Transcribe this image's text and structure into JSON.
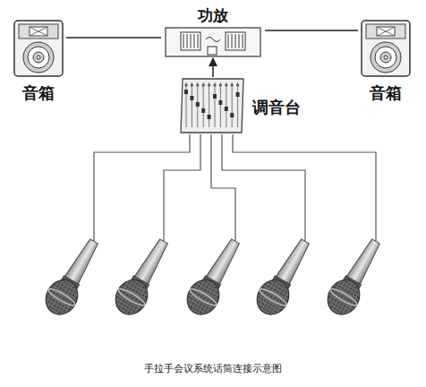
{
  "diagram": {
    "caption": "手拉手会议系统话筒连接示意图",
    "nodes": [
      {
        "text": [
          "音箱"
        ]
      },
      {
        "text": [
          "功放"
        ]
      },
      {
        "text": [
          "音箱"
        ]
      },
      {
        "text": [
          "调音台"
        ]
      }
    ],
    "edges": [
      {
        "from": 0,
        "to": 1,
        "arrow": "none"
      },
      {
        "from": 1,
        "to": 2,
        "arrow": "none"
      },
      {
        "from": 3,
        "to": 1,
        "arrow": "to"
      }
    ]
  }
}
